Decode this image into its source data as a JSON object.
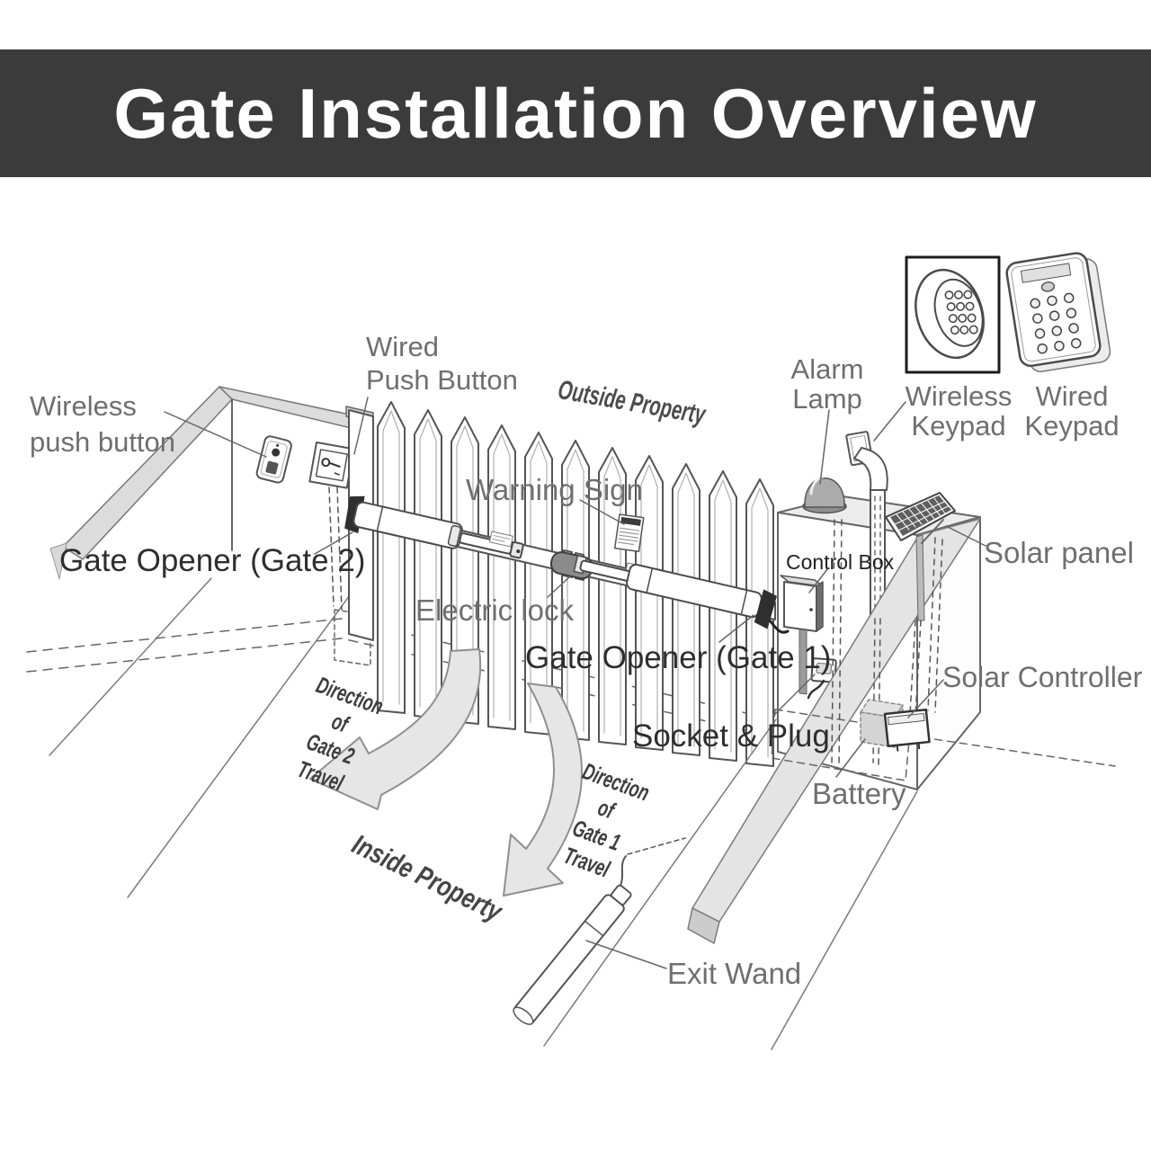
{
  "header": {
    "title": "Gate Installation Overview"
  },
  "colors": {
    "header_bg": "#3b3b3b",
    "header_text": "#ffffff",
    "label_gray": "#6f6f6f",
    "label_dark": "#2e2e2e",
    "slanted_text": "#3d3d3d",
    "line_art": "#555555",
    "light_fill": "#e4e4e4"
  },
  "labels": {
    "wireless_push_button": "Wireless\npush button",
    "wired_push_button": "Wired\nPush Button",
    "outside_property": "Outside Property",
    "warning_sign": "Warning Sign",
    "gate_opener_2": "Gate Opener (Gate 2)",
    "electric_lock": "Electric lock",
    "gate_opener_1": "Gate Opener (Gate 1)",
    "alarm_lamp": "Alarm\nLamp",
    "wireless_keypad": "Wireless\nKeypad",
    "wired_keypad": "Wired\nKeypad",
    "solar_panel": "Solar panel",
    "control_box": "Control Box",
    "solar_controller": "Solar Controller",
    "socket_plug": "Socket & Plug",
    "battery": "Battery",
    "direction_gate_2": "Direction of\nGate 2 Travel",
    "direction_gate_1": "Direction of\nGate 1 Travel",
    "inside_property": "Inside Property",
    "exit_wand": "Exit Wand"
  }
}
